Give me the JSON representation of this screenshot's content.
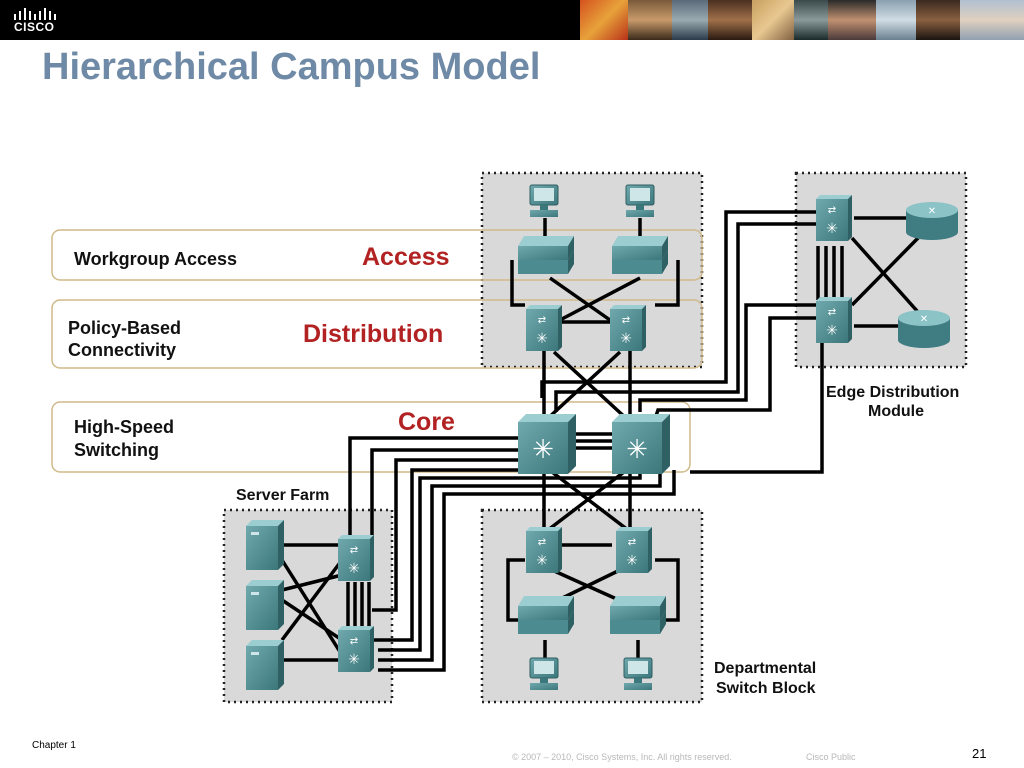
{
  "header": {
    "logo_text": "CISCO",
    "title": "Hierarchical Campus Model"
  },
  "layers": [
    {
      "description_lines": [
        "Workgroup Access"
      ],
      "name": "Access"
    },
    {
      "description_lines": [
        "Policy-Based",
        "Connectivity"
      ],
      "name": "Distribution"
    },
    {
      "description_lines": [
        "High-Speed",
        "Switching"
      ],
      "name": "Core"
    }
  ],
  "modules": {
    "server_farm": "Server Farm",
    "edge_distribution": [
      "Edge Distribution",
      "Module"
    ],
    "departmental": [
      "Departmental",
      "Switch Block"
    ]
  },
  "colors": {
    "title": "#6f8aa6",
    "layer_label": "#b22222",
    "device": "#5a9a9e",
    "box_border": "#d1b98a",
    "module_bg": "#d9d9d9"
  },
  "footer": {
    "chapter": "Chapter 1",
    "copyright": "© 2007 – 2010, Cisco Systems, Inc. All rights reserved.",
    "classification": "Cisco Public",
    "page_number": "21"
  }
}
